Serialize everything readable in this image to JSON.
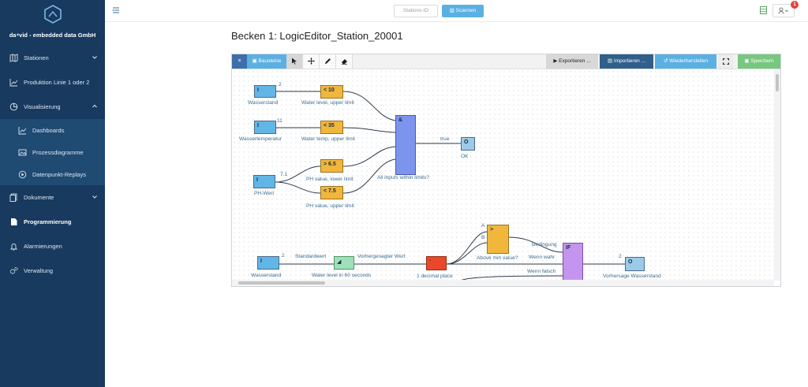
{
  "sidebar": {
    "brand": "da⁴vid - embedded data GmbH",
    "items": [
      {
        "label": "Stationen",
        "icon": "map-icon"
      },
      {
        "label": "Produktion Linie 1 oder 2",
        "icon": "line-chart-icon"
      },
      {
        "label": "Visualisierung",
        "icon": "pie-chart-icon"
      },
      {
        "label": "Dashboards",
        "icon": "chart-icon"
      },
      {
        "label": "Prozessdiagramme",
        "icon": "image-icon"
      },
      {
        "label": "Datenpunkt-Replays",
        "icon": "play-icon"
      },
      {
        "label": "Dokumente",
        "icon": "documents-icon"
      },
      {
        "label": "Programmierung",
        "icon": "file-icon"
      },
      {
        "label": "Alarmierungen",
        "icon": "bell-icon"
      },
      {
        "label": "Verwaltung",
        "icon": "gears-icon"
      }
    ]
  },
  "topbar": {
    "station_placeholder": "Stations-ID",
    "scan_label": "Scannen",
    "notification_count": "1"
  },
  "page": {
    "title": "Becken 1: LogicEditor_Station_20001"
  },
  "toolbar": {
    "menu_glyph": "≡",
    "bausteine": "Bausteine",
    "export": "Exportieren ...",
    "import": "Importieren ...",
    "restore": "Wiederherstellen",
    "save": "Speichern"
  },
  "diagram": {
    "blocks": {
      "in1": "I",
      "in2": "I",
      "in3": "I",
      "in4": "I",
      "cmp1": "< 10",
      "cmp2": "< 35",
      "cmp3": "> 6.5",
      "cmp4": "< 7.5",
      "and": "&",
      "out1": "O",
      "pred": "◢",
      "round": "·",
      "cmp5": ">",
      "if": "IF",
      "out2": "O"
    },
    "labels": {
      "in1": "Wasserstand",
      "in2": "Wassertemperatur",
      "in3": "PH-Wert",
      "in4": "Wasserstand",
      "cmp1": "Water level, upper limit",
      "cmp2": "Water temp, upper limit",
      "cmp3": "PH value, lower limit",
      "cmp4": "PH value, upper limit",
      "and": "All inputs within limits?",
      "out1": "OK",
      "pred": "Water level in 60 seconds",
      "round": "1 decimal place",
      "cmp5": "Above min value?",
      "out2": "Vorhersage Wasserstand"
    },
    "values": {
      "in1": "2",
      "in2": "11",
      "in3": "7.1",
      "and": "true",
      "in4": "2",
      "out2": "2"
    },
    "ports": {
      "a": "A",
      "b": "B",
      "standardwert": "Standardwert",
      "vorhergesagter": "Vorhergesagter Wert",
      "bedingung": "Bedingung",
      "wenn_wahr": "Wenn wahr",
      "wenn_falsch": "Wenn falsch"
    }
  },
  "colors": {
    "sidebar": "#173a5e",
    "accent": "#5bb0e3",
    "save": "#77c77f",
    "input_block": "#62b6e6",
    "compare_block": "#f0b73c",
    "and_block": "#7d94ef",
    "if_block": "#c495ee"
  }
}
